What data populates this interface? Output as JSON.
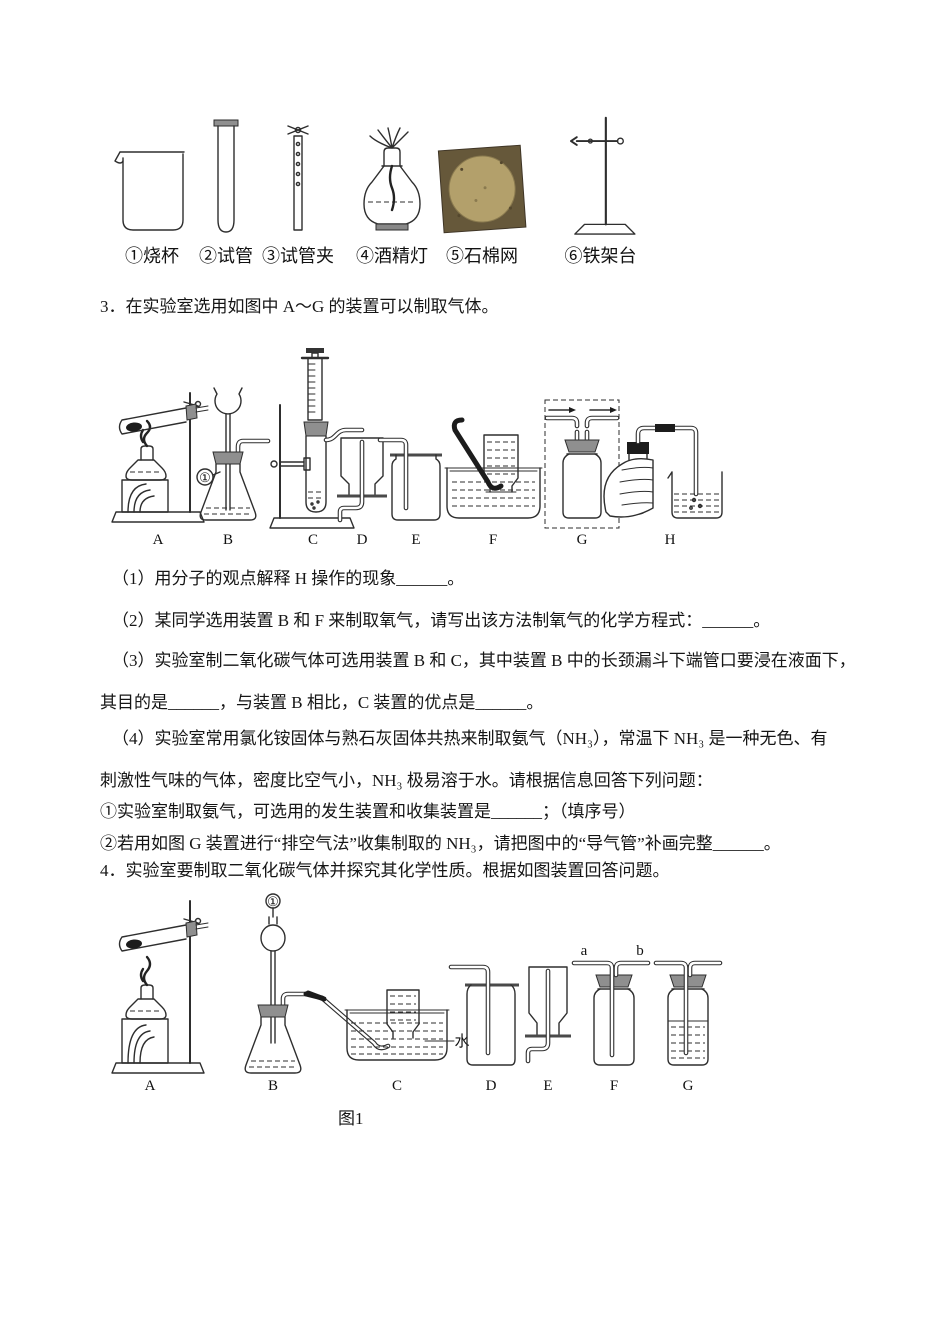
{
  "equipment": {
    "items": [
      {
        "label": "①烧杯"
      },
      {
        "label": "②试管"
      },
      {
        "label": "③试管夹"
      },
      {
        "label": "④酒精灯"
      },
      {
        "label": "⑤石棉网"
      },
      {
        "label": "⑥铁架台"
      }
    ]
  },
  "q3": {
    "stem": "3．在实验室选用如图中 A～G 的装置可以制取气体。",
    "labels": [
      "A",
      "B",
      "C",
      "D",
      "E",
      "F",
      "G",
      "H"
    ],
    "callout": "①",
    "lines": [
      "（1）用分子的观点解释 H 操作的现象______。",
      "（2）某同学选用装置 B 和 F 来制取氧气，请写出该方法制氧气的化学方程式：______。",
      "（3）实验室制二氧化碳气体可选用装置 B 和 C，其中装置 B 中的长颈漏斗下端管口要浸在液面下，",
      "其目的是______，与装置 B 相比，C 装置的优点是______。",
      "（4）实验室常用氯化铵固体与熟石灰固体共热来制取氨气（NH₃），常温下 NH₃ 是一种无色、有",
      "刺激性气味的气体，密度比空气小，NH₃ 极易溶于水。请根据信息回答下列问题：",
      "①实验室制取氨气，可选用的发生装置和收集装置是______；（填序号）",
      "②若用如图 G 装置进行“排空气法”收集制取的 NH₃，请把图中的“导气管”补画完整______。"
    ]
  },
  "q4": {
    "stem": "4．实验室要制取二氧化碳气体并探究其化学性质。根据如图装置回答问题。",
    "labels": [
      "A",
      "B",
      "C",
      "D",
      "E",
      "F",
      "G"
    ],
    "callout": "①",
    "water_label": "水",
    "port_a": "a",
    "port_b": "b",
    "caption": "图1"
  }
}
